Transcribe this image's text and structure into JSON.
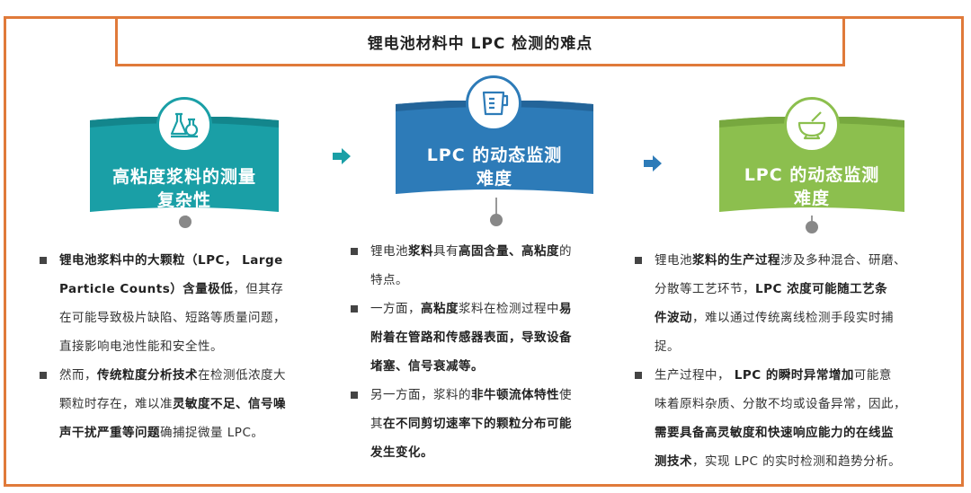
{
  "title": "锂电池材料中 LPC 检测的难点",
  "colors": {
    "orange": "#e07a3a",
    "teal": "#1a9fa6",
    "blue": "#2d7bb8",
    "green": "#8cbf4e"
  },
  "banners": [
    {
      "line1": "高粘度浆料的测量",
      "line2": "复杂性",
      "icon": "flask-icon"
    },
    {
      "line1": "LPC 的动态监测",
      "line2": "难度",
      "icon": "beaker-icon"
    },
    {
      "line1": "LPC 的动态监测",
      "line2": "难度",
      "icon": "mortar-icon"
    }
  ],
  "columns": [
    [
      {
        "lines": [
          [
            {
              "t": "锂电池浆料中的大颗粒（LPC，  Large",
              "b": true
            }
          ],
          [
            {
              "t": "Particle Counts）含量极低",
              "b": true
            },
            {
              "t": "，但其存",
              "b": false
            }
          ],
          [
            {
              "t": "在可能导致极片缺陷、短路等质量问题，",
              "b": false
            }
          ],
          [
            {
              "t": "直接影响电池性能和安全性。",
              "b": false
            }
          ]
        ]
      },
      {
        "lines": [
          [
            {
              "t": "然而，",
              "b": false
            },
            {
              "t": "传统粒度分析技术",
              "b": true
            },
            {
              "t": "在检测低浓度大",
              "b": false
            }
          ],
          [
            {
              "t": "颗粒时存在，难以准",
              "b": false
            },
            {
              "t": "灵敏度不足、信号噪",
              "b": true
            }
          ],
          [
            {
              "t": "声干扰严重等问题",
              "b": true
            },
            {
              "t": "确捕捉微量 LPC。",
              "b": false
            }
          ]
        ]
      }
    ],
    [
      {
        "lines": [
          [
            {
              "t": "锂电池",
              "b": false
            },
            {
              "t": "浆料",
              "b": true
            },
            {
              "t": "具有",
              "b": false
            },
            {
              "t": "高固含量、高粘度",
              "b": true
            },
            {
              "t": "的",
              "b": false
            }
          ],
          [
            {
              "t": "特点。",
              "b": false
            }
          ]
        ]
      },
      {
        "lines": [
          [
            {
              "t": "一方面，",
              "b": false
            },
            {
              "t": "高粘度",
              "b": true
            },
            {
              "t": "浆料在检测过程中",
              "b": false
            },
            {
              "t": "易",
              "b": true
            }
          ],
          [
            {
              "t": "附着在管路和传感器表面，导致设备",
              "b": true
            }
          ],
          [
            {
              "t": "堵塞、信号衰减等。",
              "b": true
            }
          ]
        ]
      },
      {
        "lines": [
          [
            {
              "t": "另一方面，浆料的",
              "b": false
            },
            {
              "t": "非牛顿流体特性",
              "b": true
            },
            {
              "t": "使",
              "b": false
            }
          ],
          [
            {
              "t": "其",
              "b": false
            },
            {
              "t": "在不同剪切速率下的颗粒分布可能",
              "b": true
            }
          ],
          [
            {
              "t": "发生变化。",
              "b": true
            }
          ]
        ]
      }
    ],
    [
      {
        "lines": [
          [
            {
              "t": "锂电池",
              "b": false
            },
            {
              "t": "浆料的生产过程",
              "b": true
            },
            {
              "t": "涉及多种混合、研磨、",
              "b": false
            }
          ],
          [
            {
              "t": "分散等工艺环节，",
              "b": false
            },
            {
              "t": "LPC 浓度可能随工艺条",
              "b": true
            }
          ],
          [
            {
              "t": "件波动",
              "b": true
            },
            {
              "t": "，难以通过传统离线检测手段实时捕",
              "b": false
            }
          ],
          [
            {
              "t": "捉。",
              "b": false
            }
          ]
        ]
      },
      {
        "lines": [
          [
            {
              "t": "生产过程中， ",
              "b": false
            },
            {
              "t": "LPC 的瞬时异常增加",
              "b": true
            },
            {
              "t": "可能意",
              "b": false
            }
          ],
          [
            {
              "t": "味着原料杂质、分散不均或设备异常，因此，",
              "b": false
            }
          ],
          [
            {
              "t": "需要具备高灵敏度和快速响应能力的在线监",
              "b": true
            }
          ],
          [
            {
              "t": "测技术",
              "b": true
            },
            {
              "t": "，实现 LPC 的实时检测和趋势分析。",
              "b": false
            }
          ]
        ]
      }
    ]
  ]
}
